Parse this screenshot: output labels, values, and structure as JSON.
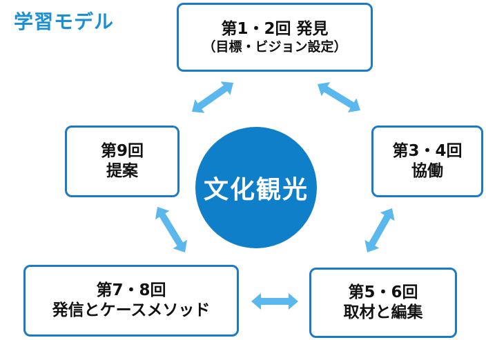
{
  "title": "学習モデル",
  "center": {
    "label": "文化観光"
  },
  "stages": [
    {
      "line1": "第1・2回 発見",
      "line2": "（目標・ビジョン設定）"
    },
    {
      "line1": "第3・4回",
      "line2": "協働"
    },
    {
      "line1": "第5・6回",
      "line2": "取材と編集"
    },
    {
      "line1": "第7・8回",
      "line2": "発信とケースメソッド"
    },
    {
      "line1": "第9回",
      "line2": "提案"
    }
  ],
  "colors": {
    "accent": "#1a8fd6",
    "circle": "#0f7fca",
    "box_border": "#1a7ac8",
    "arrow": "#5bb8ec"
  }
}
